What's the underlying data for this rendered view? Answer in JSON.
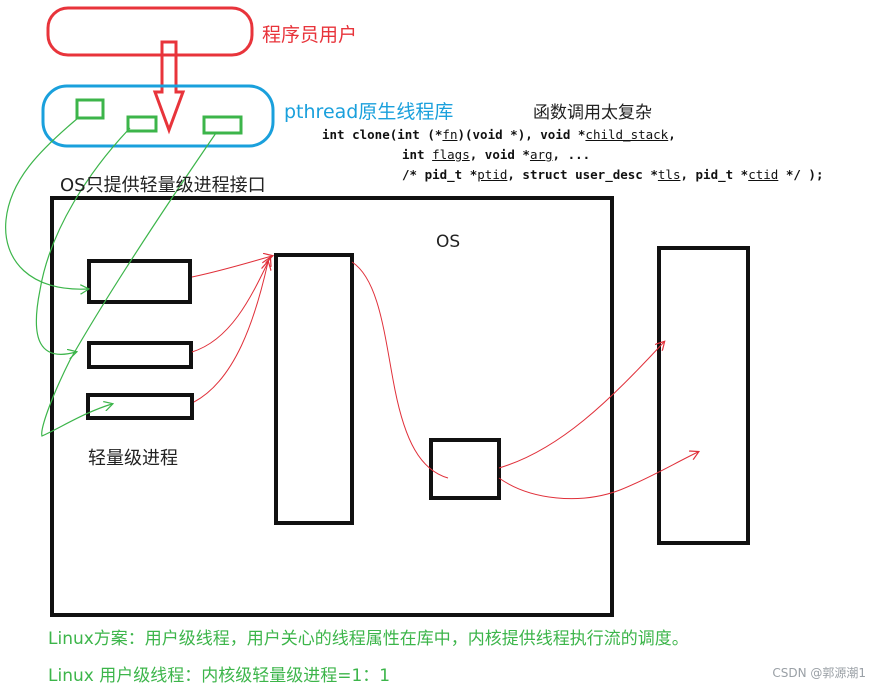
{
  "labels": {
    "user": "程序员用户",
    "pthread": "pthread原生线程库",
    "complex": "函数调用太复杂",
    "os_note": "OS只提供轻量级进程接口",
    "os_title": "OS",
    "lwp": "轻量级进程"
  },
  "clone_signature": {
    "line1_a": "int clone(int (*",
    "line1_fn": "fn",
    "line1_b": ")(void *), void *",
    "line1_stack": "child_stack",
    "line1_c": ",",
    "line2_a": "int ",
    "line2_flags": "flags",
    "line2_b": ", void *",
    "line2_arg": "arg",
    "line2_c": ", ...",
    "line3_a": "/* pid_t *",
    "line3_ptid": "ptid",
    "line3_b": ", struct user_desc *",
    "line3_tls": "tls",
    "line3_c": ", pid_t *",
    "line3_ctid": "ctid",
    "line3_d": " */ );"
  },
  "notes": {
    "scheme": "Linux方案：用户级线程，用户关心的线程属性在库中，内核提供线程执行流的调度。",
    "mapping": "Linux 用户级线程：内核级轻量级进程=1：1"
  },
  "watermark": "CSDN @郭源潮1",
  "colors": {
    "user_box": "#e8343b",
    "library_box": "#1aa0dc",
    "thread_box": "#3cb54a",
    "kernel_box": "#111111",
    "red_arrow": "#e0303a",
    "green_arrow": "#3cb54a"
  }
}
